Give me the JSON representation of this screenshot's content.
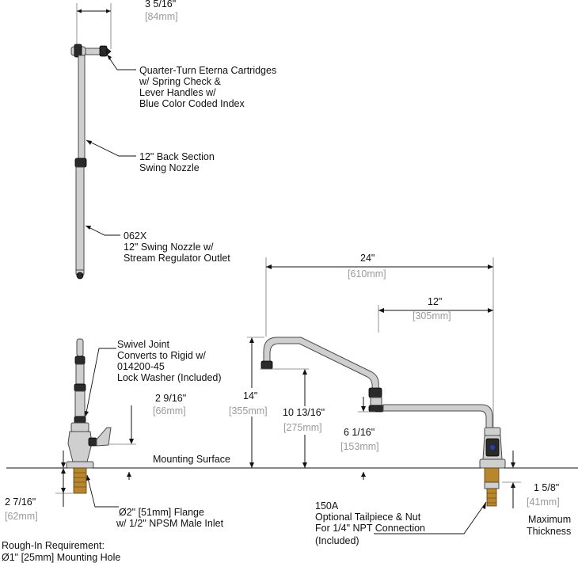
{
  "dims": {
    "cartridge_offset": {
      "imperial": "3 5/16\"",
      "metric": "[84mm]"
    },
    "overall_reach": {
      "imperial": "24\"",
      "metric": "[610mm]"
    },
    "front_reach": {
      "imperial": "12\"",
      "metric": "[305mm]"
    },
    "overall_height": {
      "imperial": "14\"",
      "metric": "[355mm]"
    },
    "spout_height": {
      "imperial": "10 13/16\"",
      "metric": "[275mm]"
    },
    "outlet_height": {
      "imperial": "6 1/16\"",
      "metric": "[153mm]"
    },
    "handle_height": {
      "imperial": "2 9/16\"",
      "metric": "[66mm]"
    },
    "shank_length": {
      "imperial": "2 7/16\"",
      "metric": "[62mm]"
    },
    "max_thickness": {
      "imperial": "1 5/8\"",
      "metric": "[41mm]",
      "label1": "Maximum",
      "label2": "Thickness"
    }
  },
  "callouts": {
    "cartridge": [
      "Quarter-Turn Eterna Cartridges",
      "w/ Spring Check &",
      "Lever Handles w/",
      "Blue Color Coded Index"
    ],
    "back_section": [
      "12\" Back Section",
      "Swing Nozzle"
    ],
    "nozzle": [
      "062X",
      "12\" Swing Nozzle w/",
      "Stream Regulator Outlet"
    ],
    "swivel": [
      "Swivel Joint",
      "Converts to Rigid w/",
      "014200-45",
      "Lock Washer (Included)"
    ],
    "mounting_surface": "Mounting Surface",
    "flange": [
      "Ø2\" [51mm] Flange",
      "w/ 1/2\" NPSM Male Inlet"
    ],
    "tailpiece": [
      "150A",
      "Optional Tailpiece & Nut",
      "For 1/4\" NPT Connection",
      "(Included)"
    ]
  },
  "rough_in": {
    "title": "Rough-In Requirement:",
    "detail": "Ø1\" [25mm] Mounting Hole"
  }
}
